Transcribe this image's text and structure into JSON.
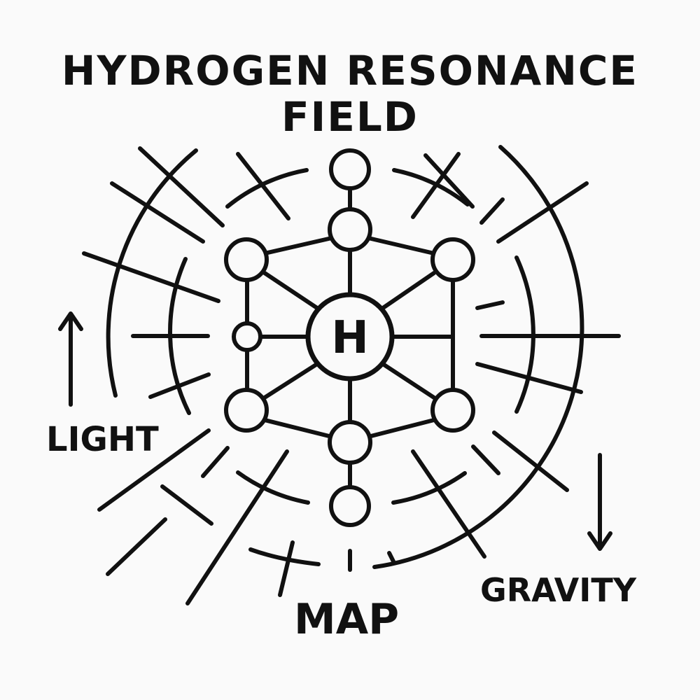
{
  "title": {
    "line1": "HYDROGEN RESONANCE",
    "line2": "FIELD"
  },
  "hub": {
    "letter": "H"
  },
  "labels": {
    "left": "LIGHT",
    "bottom_right": "GRAVITY",
    "bottom": "MAP"
  },
  "arrows": {
    "left": "arrow-up-icon",
    "right": "arrow-down-icon"
  },
  "colors": {
    "ink": "#111111",
    "background": "#fafafa"
  }
}
